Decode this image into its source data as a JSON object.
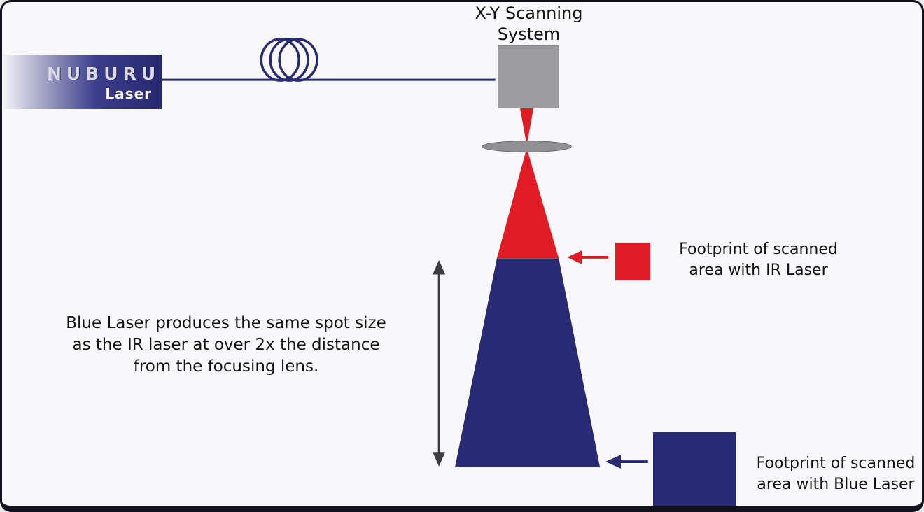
{
  "colors": {
    "brand_navy": "#282a74",
    "ir_red": "#e01b24",
    "scanner_gray": "#9c9c9e",
    "lens_gray": "#8f8f94",
    "lens_edge": "#6b6b70",
    "arrow_dark": "#3c3c40",
    "background": "#f8f8fa"
  },
  "laser_box": {
    "brand": "NUBURU",
    "product": "Laser"
  },
  "scanner": {
    "label_line1": "X-Y Scanning",
    "label_line2": "System"
  },
  "note": {
    "line1": "Blue Laser produces the same spot size",
    "line2": "as the IR laser at over 2x the distance",
    "line3": "from the focusing lens."
  },
  "ir_footprint": {
    "line1": "Footprint of scanned",
    "line2": "area with IR Laser"
  },
  "blue_footprint": {
    "line1": "Footprint of scanned",
    "line2": "area with Blue Laser"
  }
}
